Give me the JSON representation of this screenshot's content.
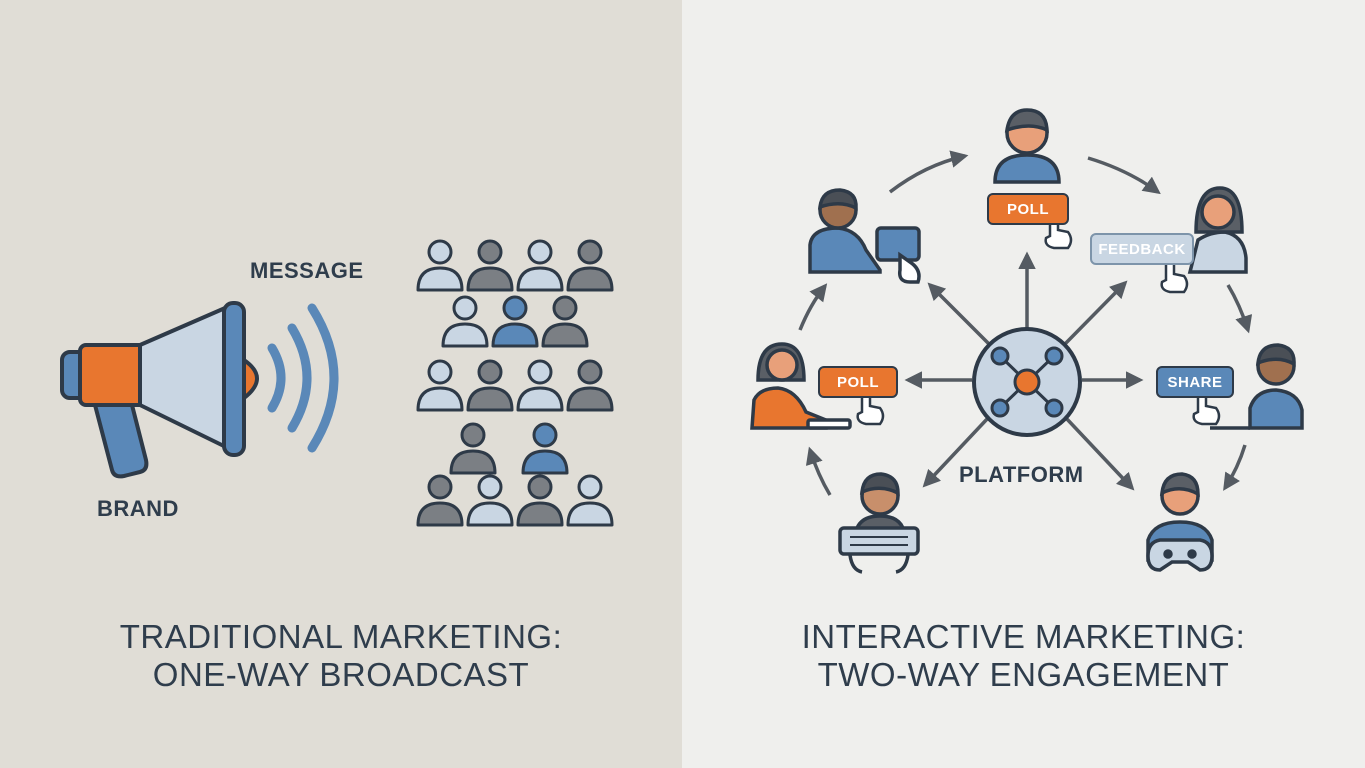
{
  "left": {
    "label_message": "MESSAGE",
    "label_brand": "BRAND",
    "caption_line1": "TRADITIONAL MARKETING:",
    "caption_line2": "ONE-WAY BROADCAST"
  },
  "right": {
    "label_platform": "PLATFORM",
    "button_poll_top": "POLL",
    "button_poll_left": "POLL",
    "button_feedback": "FEEDBACK",
    "button_share": "SHARE",
    "caption_line1": "INTERACTIVE MARKETING:",
    "caption_line2": "TWO-WAY ENGAGEMENT"
  },
  "colors": {
    "orange": "#e8762f",
    "blue": "#5a88b8",
    "light_blue": "#c9d6e3",
    "outline": "#2e3a48",
    "gray": "#7b7f84",
    "left_bg": "#e0ddd6",
    "right_bg": "#efefed"
  }
}
